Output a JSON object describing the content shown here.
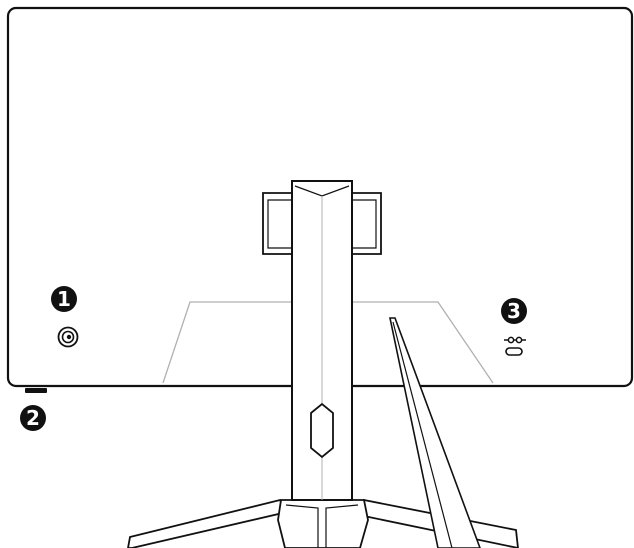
{
  "figure": {
    "callouts": [
      {
        "id": "1",
        "label": "1",
        "part": "navi-key-joystick"
      },
      {
        "id": "2",
        "label": "2",
        "part": "power-button"
      },
      {
        "id": "3",
        "label": "3",
        "part": "kensington-lock"
      }
    ],
    "colors": {
      "outline": "#111111",
      "secondary_line": "#b0b0b0",
      "callout_fill": "#111111",
      "callout_text": "#ffffff",
      "background": "#ffffff"
    },
    "icons": [
      "joystick-icon",
      "lock-symbol-icon",
      "lock-slot-icon"
    ]
  }
}
